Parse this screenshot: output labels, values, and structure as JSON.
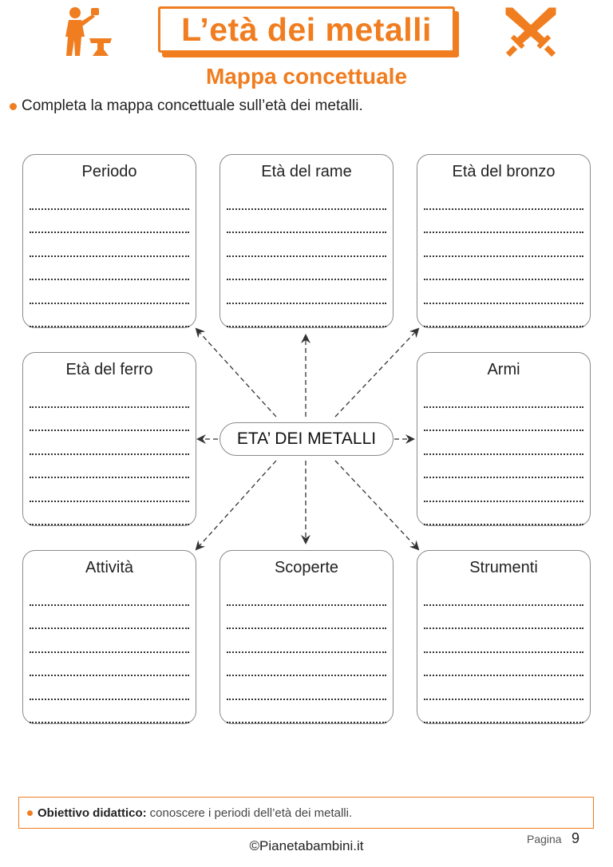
{
  "header": {
    "title": "L’età dei metalli",
    "subtitle": "Mappa concettuale"
  },
  "instruction": "Completa la mappa concettuale sull’età dei metalli.",
  "center_label": "ETA’ DEI METALLI",
  "boxes": [
    {
      "title": "Periodo"
    },
    {
      "title": "Età del rame"
    },
    {
      "title": "Età del bronzo"
    },
    {
      "title": "Età del ferro"
    },
    {
      "title": "Armi"
    },
    {
      "title": "Attività"
    },
    {
      "title": "Scoperte"
    },
    {
      "title": "Strumenti"
    }
  ],
  "footer": {
    "objective_label": "Obiettivo didattico:",
    "objective_text": "conoscere i periodi dell’età dei metalli.",
    "site": "©Pianetabambini.it",
    "page_label": "Pagina",
    "page_number": "9"
  },
  "icons": {
    "left": "blacksmith-icon",
    "right": "crossed-swords-icon"
  },
  "colors": {
    "accent": "#f07d1f",
    "border": "#8a8a8a",
    "arrow": "#333333"
  }
}
